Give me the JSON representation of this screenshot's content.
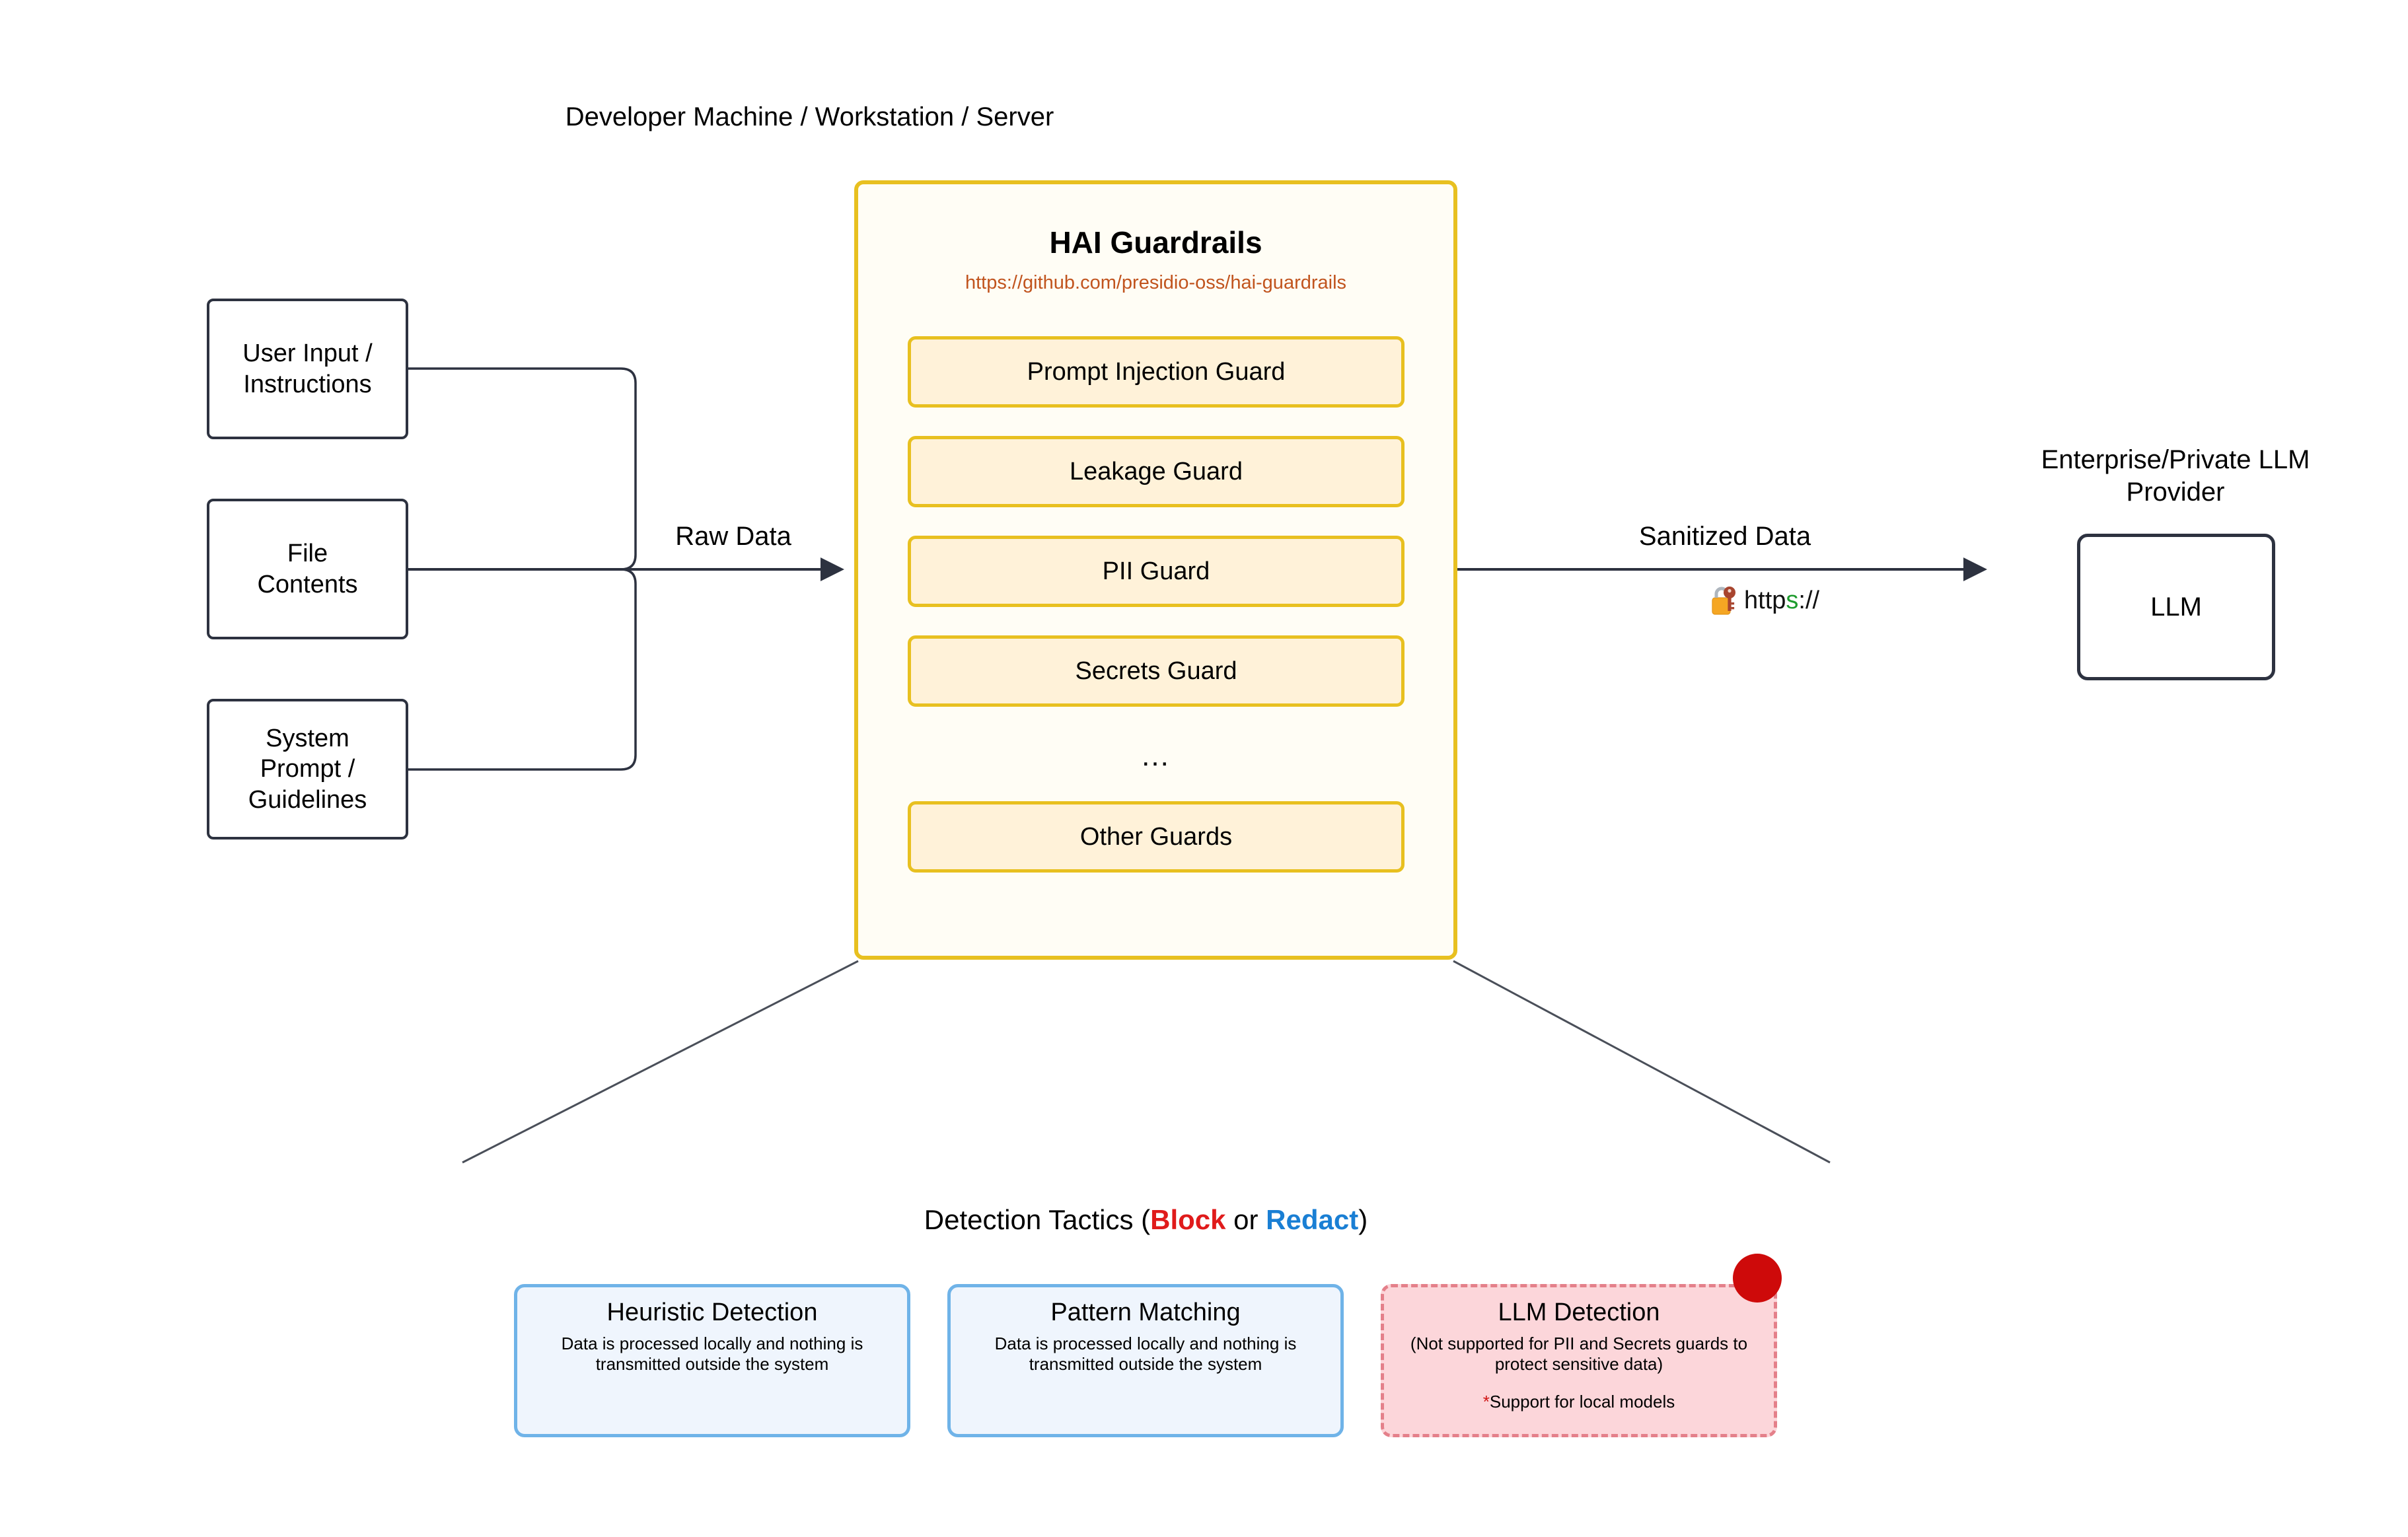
{
  "dev_machine": {
    "title": "Developer Machine / Workstation / Server",
    "inputs": [
      {
        "id": "user-input",
        "label": "User Input /\nInstructions"
      },
      {
        "id": "file-contents",
        "label": "File\nContents"
      },
      {
        "id": "system-prompt",
        "label": "System\nPrompt /\nGuidelines"
      }
    ]
  },
  "hai": {
    "title": "HAI Guardrails",
    "url": "https://github.com/presidio-oss/hai-guardrails",
    "guards": [
      "Prompt Injection Guard",
      "Leakage Guard",
      "PII Guard",
      "Secrets Guard",
      "Other Guards"
    ],
    "ellipsis": "...",
    "border_color": "#E8C020",
    "panel_fill": "#FFFDF5",
    "guard_fill": "#FFF2D9",
    "url_color": "#C1541E"
  },
  "flow": {
    "raw_data_label": "Raw Data",
    "sanitized_data_label": "Sanitized Data",
    "https_label": "https://",
    "https_s": "s",
    "https_prefix": "http",
    "https_suffix": "://",
    "lock_icon": "locked-with-key-icon",
    "https_s_color": "#1E9C2E"
  },
  "llm_provider": {
    "title": "Enterprise/Private LLM\nProvider",
    "box_label": "LLM"
  },
  "detection": {
    "title_prefix": "Detection Tactics (",
    "title_block": "Block",
    "title_mid": " or ",
    "title_redact": "Redact",
    "title_suffix": ")",
    "block_color": "#E01B1B",
    "redact_color": "#1A7FD4",
    "cards": [
      {
        "id": "heuristic",
        "title": "Heuristic Detection",
        "desc": "Data is processed locally and nothing is transmitted outside the system",
        "note": "",
        "style": "blue"
      },
      {
        "id": "pattern",
        "title": "Pattern Matching",
        "desc": "Data is processed locally and nothing is transmitted outside the system",
        "note": "",
        "style": "blue"
      },
      {
        "id": "llm",
        "title": "LLM Detection",
        "desc": "(Not supported for PII and Secrets guards to protect sensitive data)",
        "note_star": "*",
        "note": "Support for local models",
        "style": "pink",
        "badge": "red-dot"
      }
    ]
  }
}
